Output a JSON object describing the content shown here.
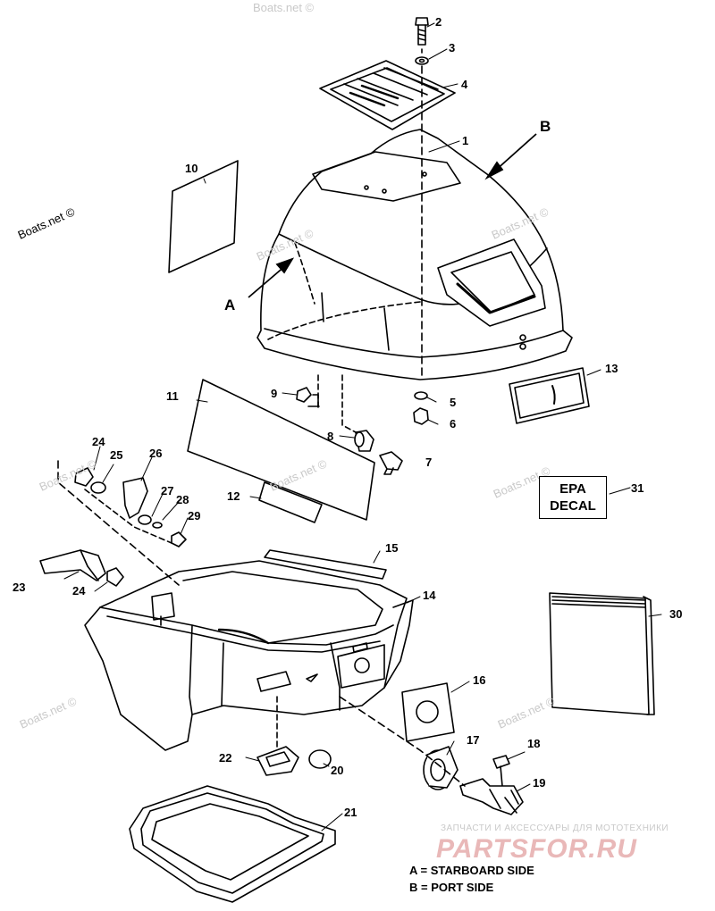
{
  "watermarks": {
    "boats_net": "Boats.net ©"
  },
  "side_marks": {
    "a": "A",
    "b": "B"
  },
  "part_numbers": {
    "p1": "1",
    "p2": "2",
    "p3": "3",
    "p4": "4",
    "p5": "5",
    "p6": "6",
    "p7": "7",
    "p8": "8",
    "p9": "9",
    "p10": "10",
    "p11": "11",
    "p12": "12",
    "p13": "13",
    "p14": "14",
    "p15": "15",
    "p16": "16",
    "p17": "17",
    "p18": "18",
    "p19": "19",
    "p20": "20",
    "p21": "21",
    "p22": "22",
    "p23": "23",
    "p24a": "24",
    "p24b": "24",
    "p25": "25",
    "p26": "26",
    "p27": "27",
    "p28": "28",
    "p29": "29",
    "p30": "30",
    "p31": "31"
  },
  "decal": {
    "line1": "EPA",
    "line2": "DECAL"
  },
  "legend": {
    "a": "A = STARBOARD SIDE",
    "b": "B = PORT SIDE"
  },
  "shop": {
    "tagline": "ЗАПЧАСТИ И АКСЕССУАРЫ ДЛЯ МОТОТЕХНИКИ",
    "logo": "PARTSFOR.RU"
  },
  "colors": {
    "line": "#000000",
    "watermark_faint": "#c9c9c9",
    "logo_pink": "#e9b8b8"
  }
}
